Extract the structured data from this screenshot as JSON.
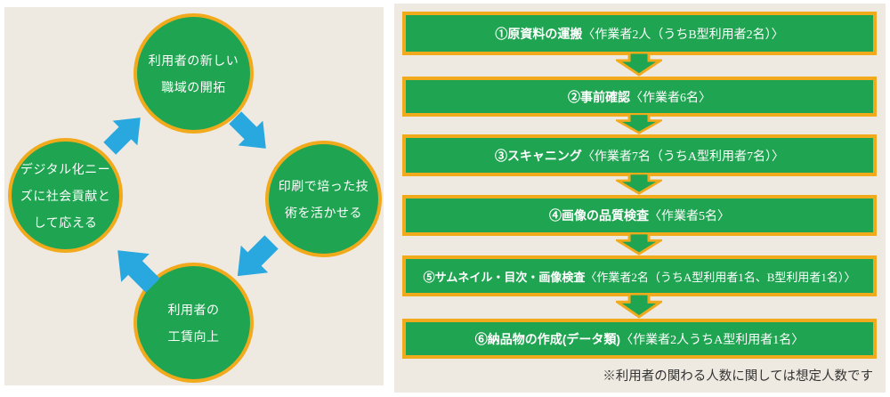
{
  "cycle": {
    "top": {
      "lines": [
        "利用者の新しい",
        "職域の開拓"
      ]
    },
    "right": {
      "lines": [
        "印刷で培った技",
        "術を活かせる"
      ]
    },
    "left": {
      "lines": [
        "デジタル化ニー",
        "ズに社会貢献と",
        "して応える"
      ]
    },
    "bottom": {
      "lines": [
        "利用者の",
        "工賃向上"
      ]
    }
  },
  "flow": {
    "steps": [
      {
        "title": "①原資料の運搬",
        "detail": "〈作業者2人（うちB型利用者2名）〉"
      },
      {
        "title": "②事前確認",
        "detail": "〈作業者6名〉"
      },
      {
        "title": "③スキャニング",
        "detail": "〈作業者7名（うちA型利用者7名）〉"
      },
      {
        "title": "④画像の品質検査",
        "detail": "〈作業者5名〉"
      },
      {
        "title": "⑤サムネイル・目次・画像検査",
        "detail": "〈作業者2名（うちA型利用者1名、B型利用者1名）〉"
      },
      {
        "title": "⑥納品物の作成(データ類)",
        "detail": "〈作業者2人うちA型利用者1名〉"
      }
    ],
    "note": "※利用者の関わる人数に関しては想定人数です"
  },
  "colors": {
    "green": "#1fa551",
    "yellow": "#f2aa1d",
    "blue": "#29a8e0",
    "cream": "#efeae1",
    "note": "#333333"
  }
}
